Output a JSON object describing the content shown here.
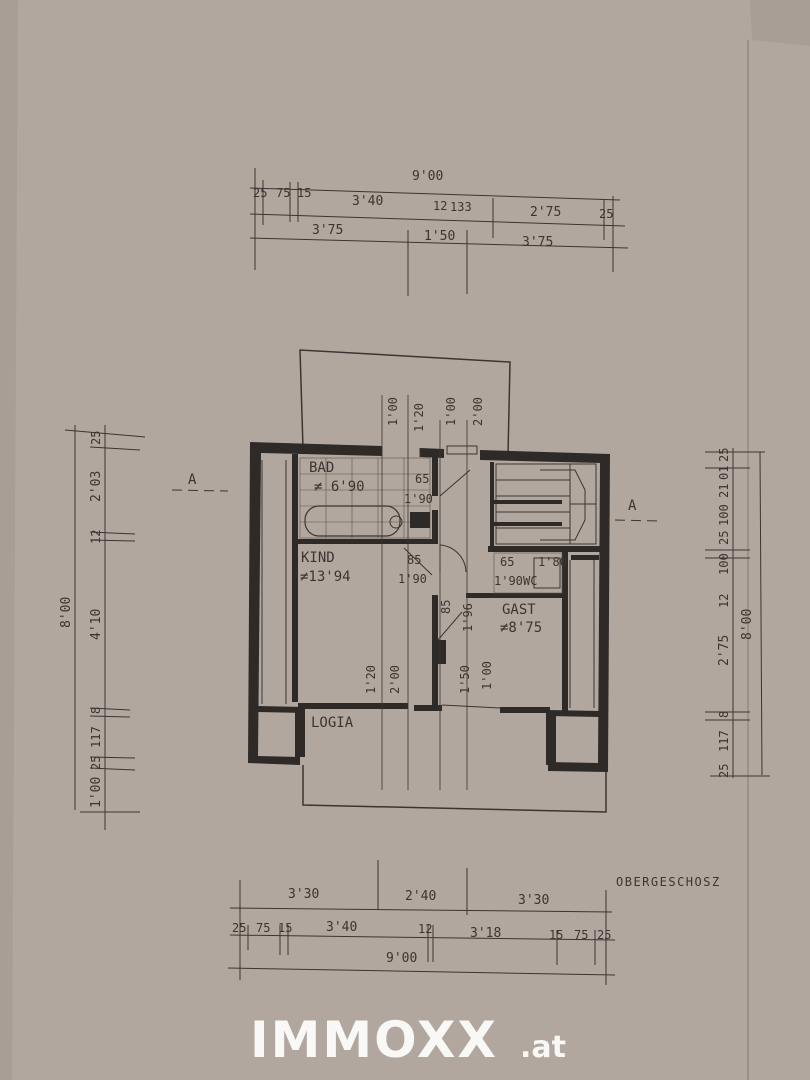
{
  "plan": {
    "top_dims": {
      "total": "9'00",
      "r1": [
        "25",
        "75",
        "15",
        "3'40",
        "12",
        "133",
        "2'75",
        "25"
      ],
      "r2": [
        "3'75",
        "1'50",
        "3'75"
      ]
    },
    "bottom_dims": {
      "r1": [
        "3'30",
        "2'40",
        "3'30"
      ],
      "r2": [
        "25",
        "75",
        "15",
        "3'40",
        "12",
        "3'18",
        "15",
        "75",
        "25"
      ],
      "total": "9'00"
    },
    "left_dims": {
      "total": "8'00",
      "segs": [
        "25",
        "2'03",
        "12",
        "4'10",
        "8",
        "117",
        "25",
        "1'00"
      ]
    },
    "right_dims": {
      "total": "8'00",
      "segs": [
        "25",
        "01",
        "21",
        "100",
        "25",
        "100",
        "12",
        "2'75",
        "8",
        "117",
        "25"
      ]
    },
    "rooms": {
      "bad": "BAD",
      "bad_area": "≠ 6'90",
      "kind": "KIND",
      "kind_area": "≠13'94",
      "gast": "GAST",
      "gast_area": "≠8'75",
      "wc": "WC",
      "logia": "LOGIA"
    },
    "openings": {
      "o1": "1'00",
      "o2": "1'20",
      "o3": "1'00",
      "o4": "2'00",
      "b65": "65",
      "b190": "1'90",
      "k85": "85",
      "k190": "1'90",
      "w65": "65",
      "w180": "1'80",
      "w190": "1'90",
      "g85": "85",
      "g196": "1'96",
      "k120": "1'20",
      "k200": "2'00",
      "g150": "1'50",
      "g100": "1'00"
    },
    "section_a": "A",
    "floor_label": "OBERGESCHOSZ"
  },
  "watermark": {
    "brand": "IMMOXX",
    "tld": ".at"
  }
}
